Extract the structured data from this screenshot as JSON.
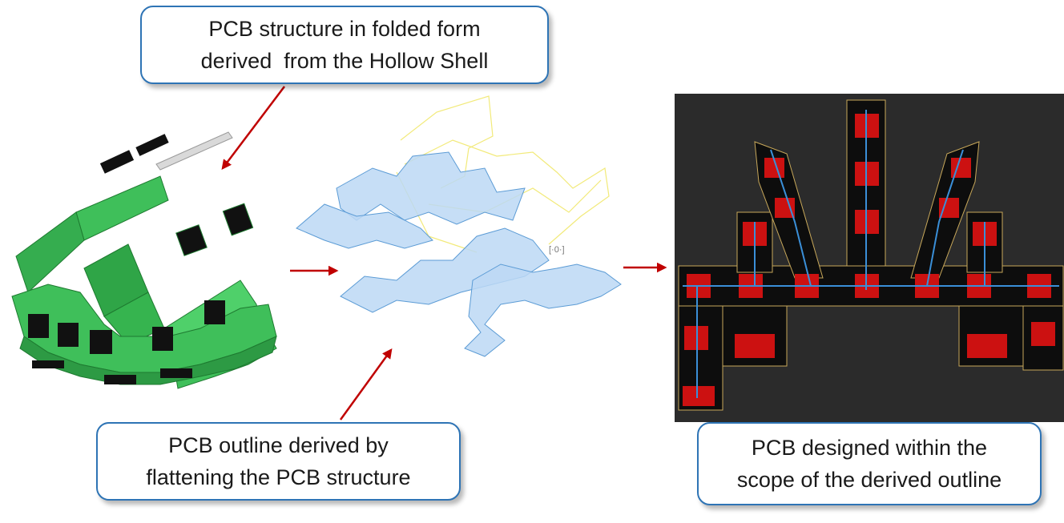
{
  "callouts": {
    "folded": {
      "line1": "PCB structure in folded form",
      "line2": "derived  from the Hollow Shell"
    },
    "outline": {
      "line1": "PCB outline derived by",
      "line2": "flattening the PCB structure"
    },
    "designed": {
      "line1": "PCB designed within the",
      "line2": "scope of the derived outline"
    }
  },
  "colors": {
    "callout_border": "#2e74b5",
    "arrow": "#c00000",
    "pcb_green": "#3fbf5a",
    "component_black": "#111111",
    "outline_blue": "#bcd8f5",
    "outline_stroke": "#5b9bd5",
    "ghost_yellow": "#f2ea7a",
    "pcb_background": "#2b2b2b",
    "copper_red": "#cc1111",
    "trace_blue": "#3a8fd8"
  }
}
